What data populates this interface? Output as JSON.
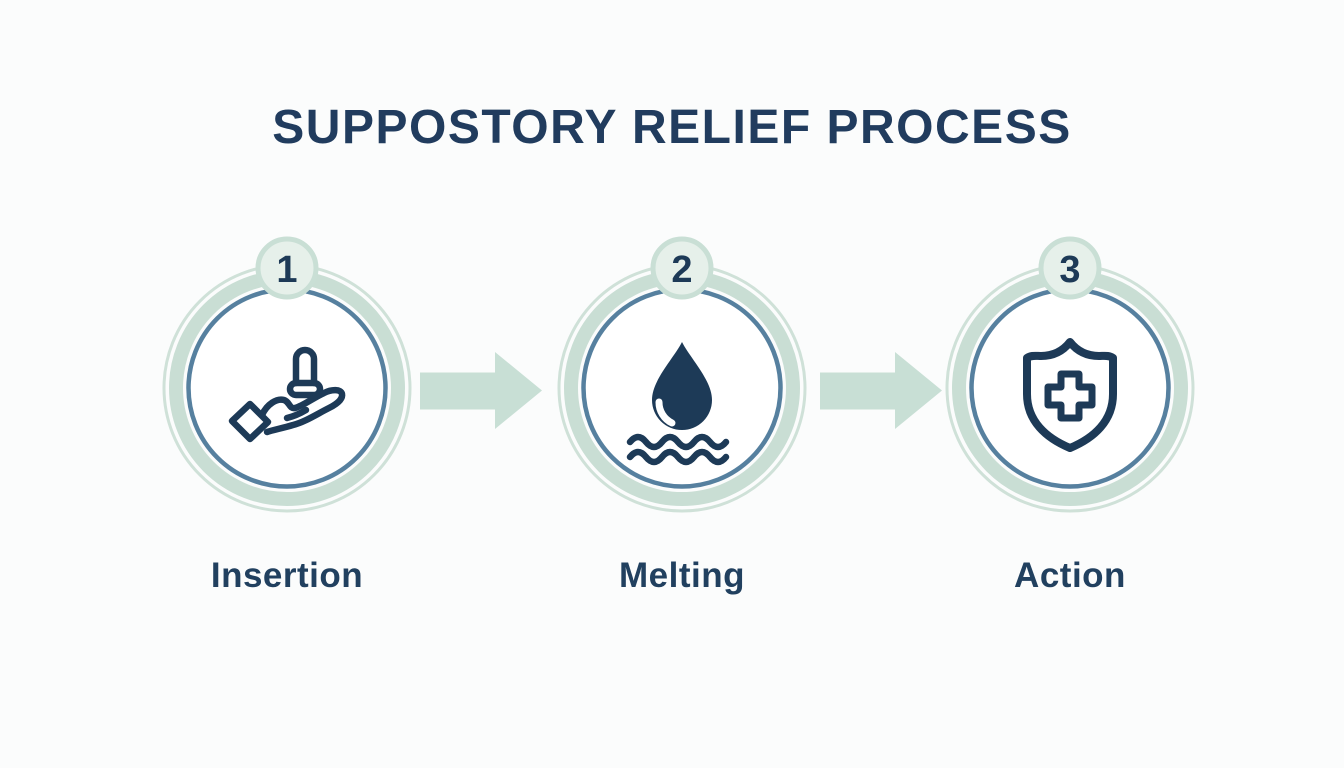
{
  "title": "SUPPOSTORY RELIEF PROCESS",
  "steps": [
    {
      "number": "1",
      "label": "Insertion",
      "icon": "hand-holding-suppository-icon"
    },
    {
      "number": "2",
      "label": "Melting",
      "icon": "water-droplet-waves-icon"
    },
    {
      "number": "3",
      "label": "Action",
      "icon": "shield-medical-cross-icon"
    }
  ],
  "arrows": {
    "count": 2,
    "direction": "right"
  },
  "colors": {
    "background": "#fbfcfc",
    "navy": "#1d3a57",
    "title-navy": "#213c5e",
    "label-navy": "#21405f",
    "sage-ring": "#c9ded4",
    "sage-ring-light": "#cfe1d8",
    "badge-fill": "#e6f0ea",
    "badge-ring": "#c9dfd5",
    "blue-ring": "#56809f",
    "arrow-green": "#c8dfd5",
    "highlight-white": "#ffffff"
  }
}
